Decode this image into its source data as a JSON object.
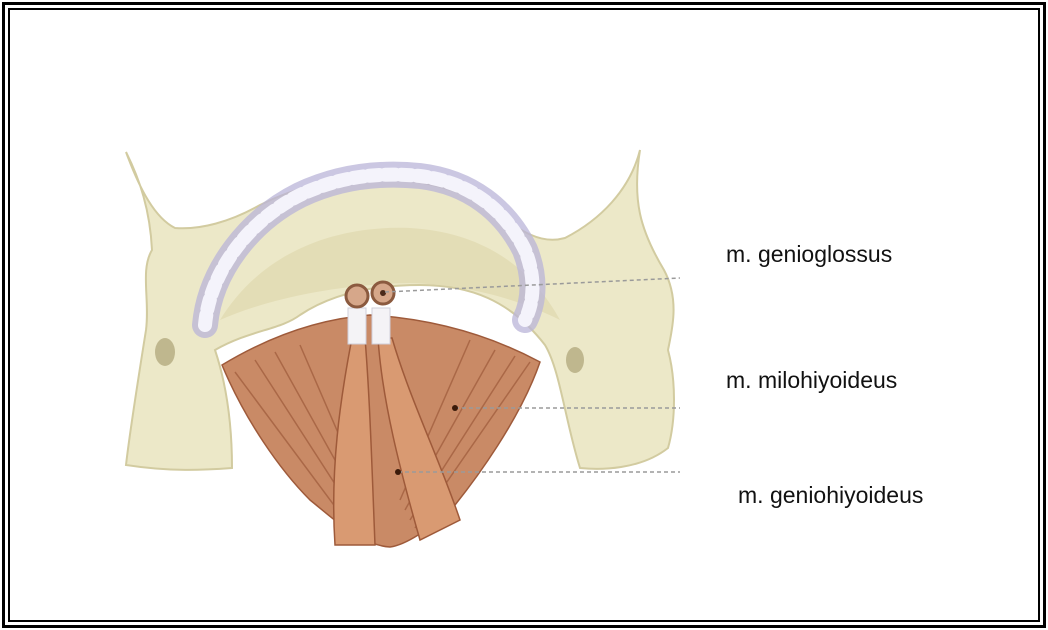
{
  "labels": {
    "genioglossus": "m. genioglossus",
    "milohyoideus": "m. milohiyoideus",
    "geniohyoideus": "m. geniohiyoideus"
  },
  "colors": {
    "bone": "#ECE8C8",
    "bone_shadow": "#D2CBA0",
    "muscle": "#C98A66",
    "muscle_dark": "#9E5A3A",
    "tooth_outline": "#B9B4D8",
    "leader_line": "#9A9A9A"
  }
}
